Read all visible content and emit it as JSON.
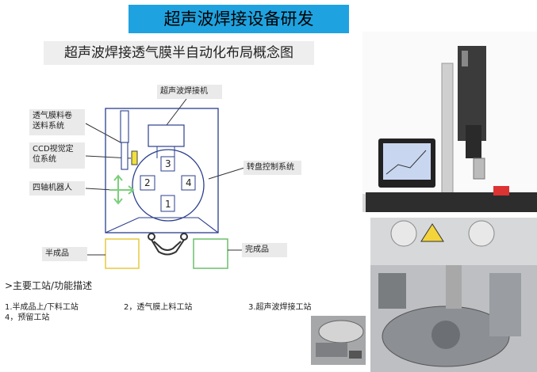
{
  "header": {
    "title": "超声波焊接设备研发",
    "subtitle": "超声波焊接透气膜半自动化布局概念图"
  },
  "diagram": {
    "labels": {
      "ultrasonic_welder": "超声波焊接机",
      "film_feed_line1": "透气膜料卷",
      "film_feed_line2": "送料系统",
      "ccd_line1": "CCD视觉定",
      "ccd_line2": "位系统",
      "robot": "四轴机器人",
      "turntable_control": "转盘控制系统",
      "semi_product": "半成品",
      "finished_product": "完成品"
    },
    "turntable_positions": [
      "1",
      "2",
      "3",
      "4"
    ]
  },
  "stations": {
    "heading": ">主要工站/功能描述",
    "items": [
      "1.半成品上/下料工站",
      "2，透气膜上料工站",
      "3.超声波焊接工站",
      "4，预留工站"
    ]
  },
  "colors": {
    "banner": "#1fa3e0",
    "robot_arrow": "#7ccf7c",
    "semi_box": "#e8c840",
    "finished_box": "#6cbf6c"
  }
}
